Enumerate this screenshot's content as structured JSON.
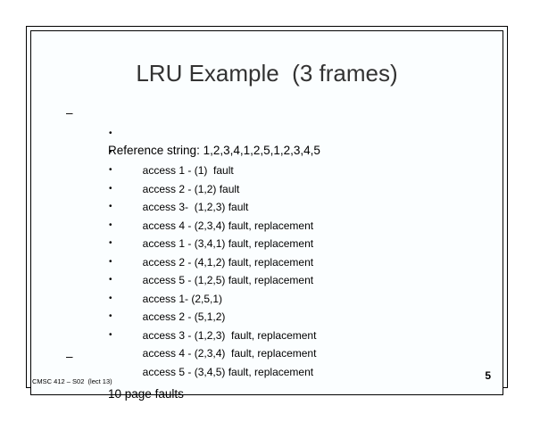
{
  "slide": {
    "title": "LRU Example  (3 frames)",
    "outline": [
      {
        "level": 1,
        "marker": "–",
        "text": "Reference string: 1,2,3,4,1,2,5,1,2,3,4,5"
      },
      {
        "level": 2,
        "marker": "•",
        "text": "access 1 - (1)  fault"
      },
      {
        "level": 2,
        "marker": "•",
        "text": "access 2 - (1,2) fault"
      },
      {
        "level": 2,
        "marker": "•",
        "text": "access 3-  (1,2,3) fault"
      },
      {
        "level": 2,
        "marker": "•",
        "text": "access 4 - (2,3,4) fault, replacement"
      },
      {
        "level": 2,
        "marker": "•",
        "text": "access 1 - (3,4,1) fault, replacement"
      },
      {
        "level": 2,
        "marker": "•",
        "text": "access 2 - (4,1,2) fault, replacement"
      },
      {
        "level": 2,
        "marker": "•",
        "text": "access 5 - (1,2,5) fault, replacement"
      },
      {
        "level": 2,
        "marker": "•",
        "text": "access 1- (2,5,1)"
      },
      {
        "level": 2,
        "marker": "•",
        "text": "access 2 - (5,1,2)"
      },
      {
        "level": 2,
        "marker": "•",
        "text": "access 3 - (1,2,3)  fault, replacement"
      },
      {
        "level": 2,
        "marker": "•",
        "text": "access 4 - (2,3,4)  fault, replacement"
      },
      {
        "level": 2,
        "marker": "•",
        "text": "access 5 - (3,4,5) fault, replacement"
      },
      {
        "level": 1,
        "marker": "–",
        "text": "10 page faults"
      }
    ],
    "footer": "CMSC 412 – S02  (lect 13)",
    "page_number": "5"
  },
  "colors": {
    "title": "#333333",
    "body_text": "#000000",
    "frame": "#000000",
    "slide_background": "#fbfeff",
    "page_background": "#ffffff"
  }
}
